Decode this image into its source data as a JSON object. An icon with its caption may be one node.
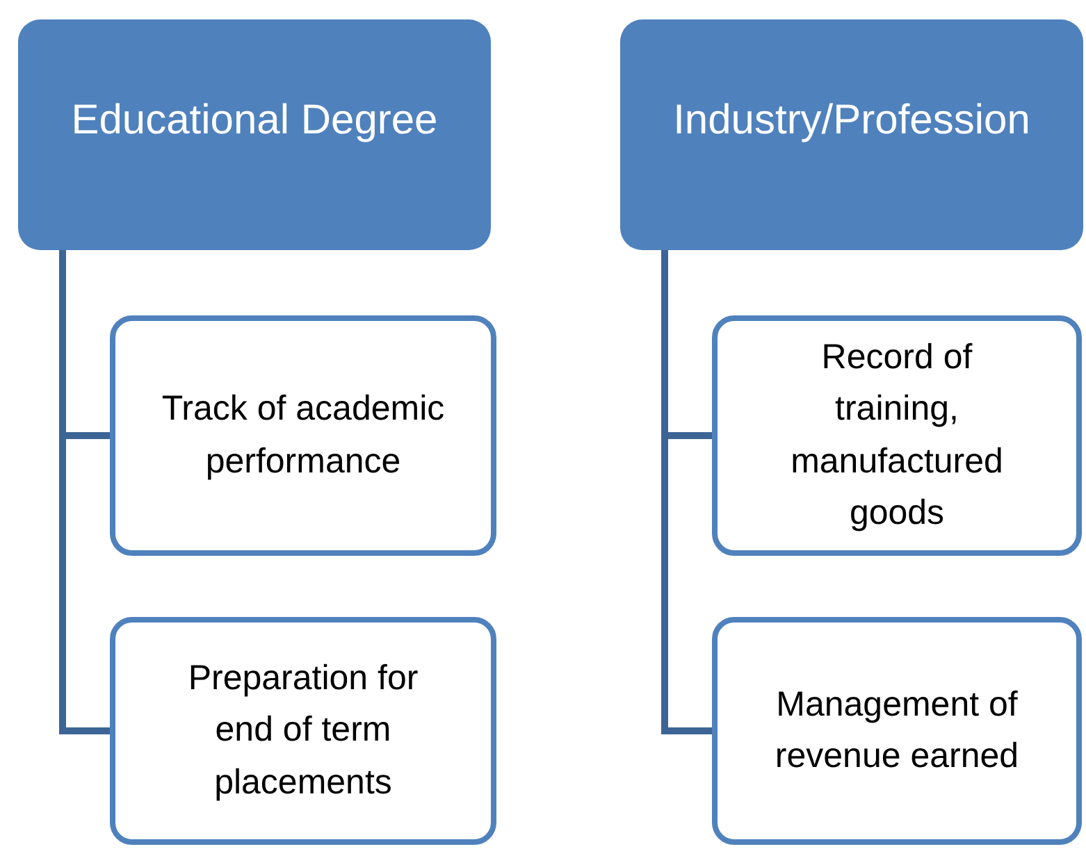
{
  "diagram": {
    "nodes": [
      {
        "text": [
          "Educational Degree"
        ]
      },
      {
        "text": [
          "Track of academic performance"
        ]
      },
      {
        "text": [
          "Preparation for end of term placements"
        ]
      },
      {
        "text": [
          "Industry/Profession"
        ]
      },
      {
        "text": [
          "Record of training, manufactured goods"
        ]
      },
      {
        "text": [
          "Management of revenue earned"
        ]
      }
    ],
    "edges": [
      {
        "from": 0,
        "to": 1,
        "arrow": "none"
      },
      {
        "from": 0,
        "to": 2,
        "arrow": "none"
      },
      {
        "from": 3,
        "to": 4,
        "arrow": "none"
      },
      {
        "from": 3,
        "to": 5,
        "arrow": "none"
      }
    ]
  }
}
